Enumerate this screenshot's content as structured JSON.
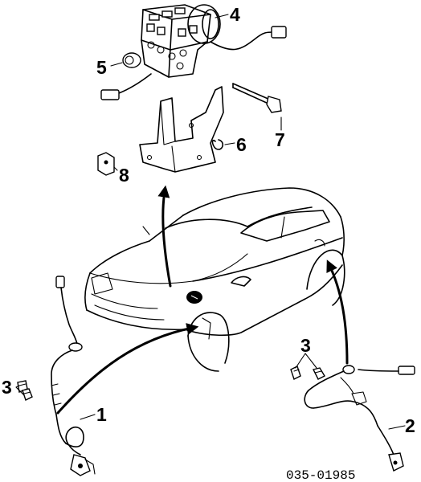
{
  "diagram": {
    "callouts": [
      {
        "id": "c1",
        "label": "1"
      },
      {
        "id": "c2",
        "label": "2"
      },
      {
        "id": "c3a",
        "label": "3"
      },
      {
        "id": "c3b",
        "label": "3"
      },
      {
        "id": "c4",
        "label": "4"
      },
      {
        "id": "c5",
        "label": "5"
      },
      {
        "id": "c6",
        "label": "6"
      },
      {
        "id": "c7",
        "label": "7"
      },
      {
        "id": "c8",
        "label": "8"
      }
    ],
    "part_code": "035-01985"
  }
}
